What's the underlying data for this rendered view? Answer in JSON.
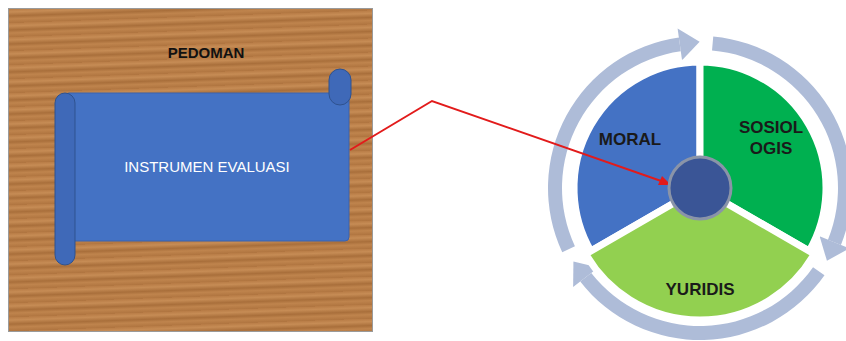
{
  "diagram": {
    "nodes": [
      {
        "text": [
          "PEDOMAN"
        ]
      },
      {
        "text": [
          "INSTRUMEN EVALUASI"
        ],
        "in": 0
      },
      {
        "text": [
          "MORAL"
        ]
      },
      {
        "text": [
          "SOSIOL OGIS"
        ]
      },
      {
        "text": [
          "YURIDIS"
        ]
      }
    ]
  }
}
